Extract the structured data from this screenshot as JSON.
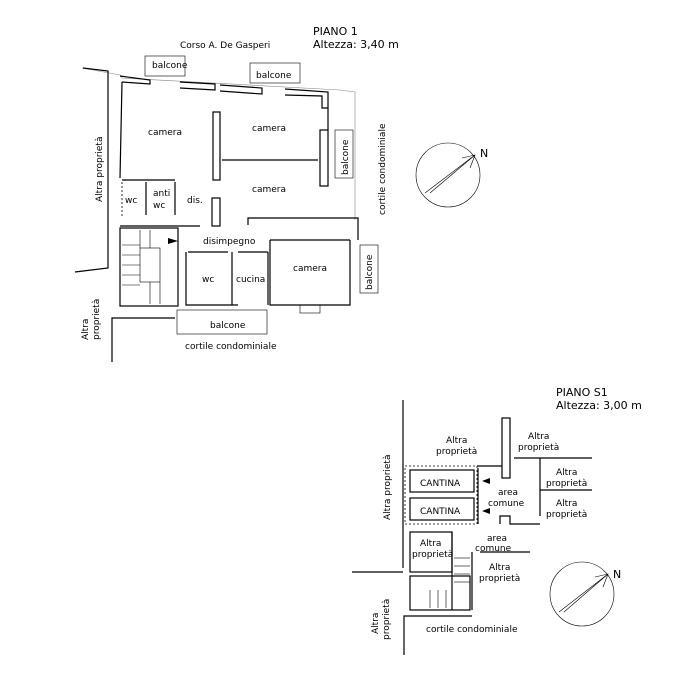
{
  "floor1": {
    "title": "PIANO 1",
    "height": "Altezza: 3,40 m",
    "street": "Corso A. De Gasperi",
    "balcony_top_left": "balcone",
    "balcony_top_right": "balcone",
    "balcony_right": "balcone",
    "balcony_bottom": "balcone",
    "room_camera_1": "camera",
    "room_camera_2": "camera",
    "room_camera_3": "camera",
    "room_camera_4": "camera",
    "room_wc_1": "wc",
    "room_antiwc": "anti",
    "room_antiwc_2": "wc",
    "room_dis": "dis.",
    "room_disimpegno": "disimpegno",
    "room_wc_2": "wc",
    "room_cucina": "cucina",
    "side_right": "cortile condominiale",
    "side_bottom": "cortile condominiale",
    "side_left": "Altra proprietà",
    "side_left_bottom_1": "Altra",
    "side_left_bottom_2": "proprietà",
    "north": "N"
  },
  "floorS1": {
    "title": "PIANO S1",
    "height": "Altezza: 3,00 m",
    "cantina_1": "CANTINA",
    "cantina_2": "CANTINA",
    "area_comune_1a": "area",
    "area_comune_1b": "comune",
    "area_comune_2a": "area",
    "area_comune_2b": "comune",
    "altra_top_a": "Altra",
    "altra_top_b": "proprietà",
    "altra_topright_a": "Altra",
    "altra_topright_b": "proprietà",
    "altra_right1_a": "Altra",
    "altra_right1_b": "proprietà",
    "altra_right2_a": "Altra",
    "altra_right2_b": "proprietà",
    "altra_mid_a": "Altra",
    "altra_mid_b": "proprietà",
    "altra_midright_a": "Altra",
    "altra_midright_b": "proprietà",
    "side_left": "Altra proprietà",
    "side_left_bottom_1": "Altra",
    "side_left_bottom_2": "proprietà",
    "side_bottom": "cortile condominiale",
    "north": "N"
  }
}
